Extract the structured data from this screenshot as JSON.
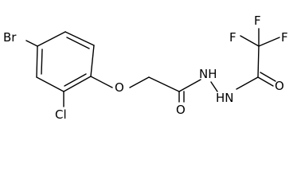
{
  "molecule": {
    "atoms": {
      "bromine": "Br",
      "chlorine": "Cl",
      "ether_oxygen": "O",
      "amide_oxygen_1": "O",
      "hydrazide_nh_1": "NH",
      "hydrazide_nh_2": "HN",
      "amide_oxygen_2": "O",
      "fluorine_1": "F",
      "fluorine_2": "F",
      "fluorine_3": "F"
    },
    "colors": {
      "bond": "#000000",
      "label": "#000000",
      "background": "#ffffff"
    }
  }
}
